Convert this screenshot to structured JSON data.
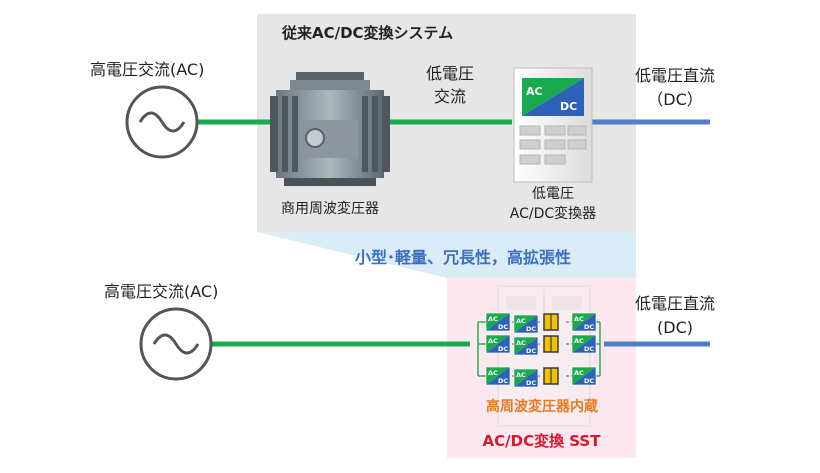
{
  "conventional": {
    "title": "従来AC/DC変換システム",
    "source_label": "高電圧交流(AC)",
    "mid_line_label_1": "低電圧",
    "mid_line_label_2": "交流",
    "transformer_label": "商用周波変圧器",
    "converter_label_1": "低電圧",
    "converter_label_2": "AC/DC変換器",
    "output_label_1": "低電圧直流",
    "output_label_2": "（DC）",
    "cabinet_badge_top": "AC",
    "cabinet_badge_bottom": "DC"
  },
  "benefits": "小型･軽量、冗長性，高拡張性",
  "sst": {
    "source_label": "高電圧交流(AC)",
    "output_label_1": "低電圧直流",
    "output_label_2": "(DC)",
    "inner_label": "高周波変圧器内蔵",
    "title": "AC/DC変換 SST",
    "module_ac": "AC",
    "module_dc": "DC"
  },
  "colors": {
    "ac_line": "#1aaa4e",
    "dc_line": "#4f7fc4",
    "panel_bg": "#e6e6e6",
    "sst_panel_bg": "#fde8ef",
    "benefit_band": "#d9ecf8",
    "benefit_text": "#3b6fc0",
    "inner_label_text": "#e87b25",
    "sst_title_text": "#d8182f"
  }
}
